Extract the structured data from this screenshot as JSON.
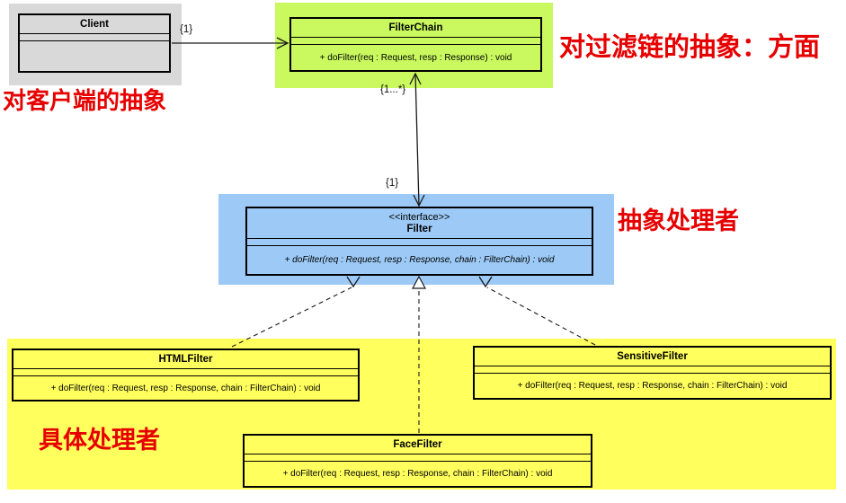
{
  "diagram": {
    "classes": {
      "client": {
        "name": "Client"
      },
      "filter_chain": {
        "name": "FilterChain",
        "method": "+ doFilter(req : Request, resp : Response) : void"
      },
      "filter": {
        "stereotype": "<<interface>>",
        "name": "Filter",
        "method": "+ doFilter(req : Request, resp : Response, chain : FilterChain) : void"
      },
      "html_filter": {
        "name": "HTMLFilter",
        "method": "+ doFilter(req : Request, resp : Response, chain : FilterChain) : void"
      },
      "sensitive_filter": {
        "name": "SensitiveFilter",
        "method": "+ doFilter(req : Request, resp : Response, chain : FilterChain) : void"
      },
      "face_filter": {
        "name": "FaceFilter",
        "method": "+ doFilter(req : Request, resp : Response, chain : FilterChain) : void"
      }
    },
    "multiplicities": {
      "client_to_chain": "{1}",
      "chain_end": "{1...*}",
      "filter_end": "{1}"
    },
    "annotations": {
      "client_note": "对客户端的抽象",
      "chain_note": "对过滤链的抽象：方面",
      "abstract_handler_note": "抽象处理者",
      "concrete_handler_note": "具体处理者"
    },
    "colors": {
      "client_bg": "#d9d9d9",
      "chain_bg": "#c9f95e",
      "filter_bg": "#9cc9f5",
      "concrete_bg": "#ffff5e",
      "annotation": "#e60000",
      "line": "#1a1a1a"
    }
  }
}
